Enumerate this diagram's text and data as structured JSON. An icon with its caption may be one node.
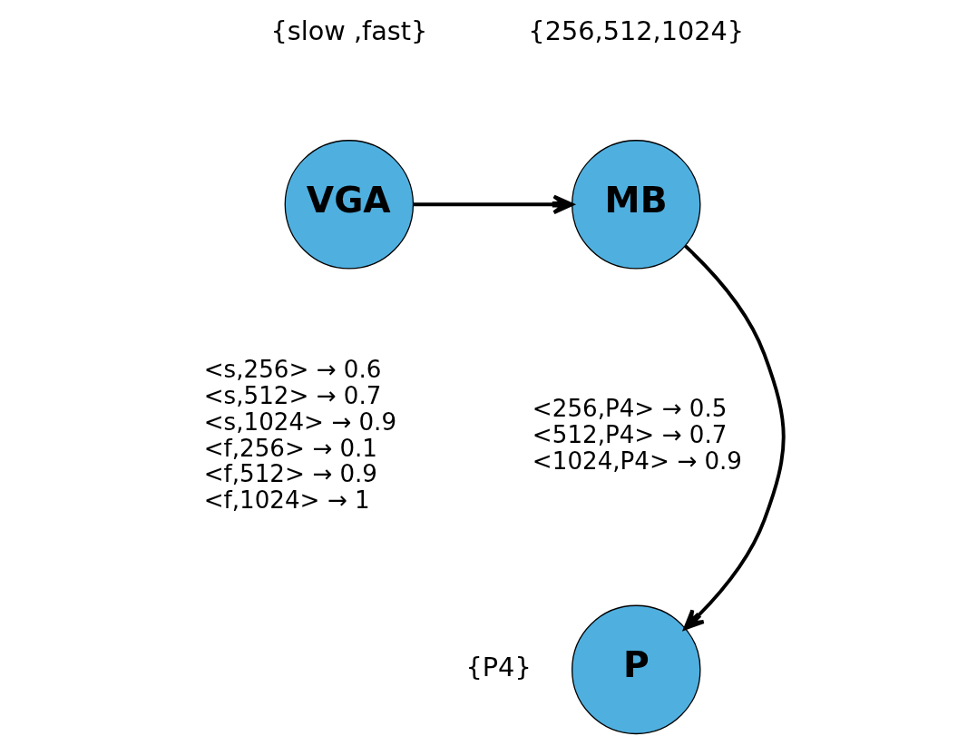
{
  "diagram": {
    "nodes": [
      {
        "text": [
          "VGA"
        ],
        "beside": [
          "{slow ,fast}"
        ]
      },
      {
        "text": [
          "MB"
        ],
        "beside": [
          "{256,512,1024}"
        ]
      },
      {
        "text": [
          "P"
        ],
        "beside": [
          "{P4}"
        ]
      }
    ],
    "edges": [
      {
        "from": 0,
        "to": 1,
        "arrow": "to"
      },
      {
        "from": 1,
        "to": 2,
        "arrow": "to"
      }
    ],
    "labels": [
      "<s,256> → 0.6",
      "<s,512> → 0.7",
      "<s,1024> → 0.9",
      "<f,256> → 0.1",
      "<f,512> → 0.9",
      "<f,1024> → 1",
      "<256,P4> → 0.5",
      "<512,P4> → 0.7",
      "<1024,P4> → 0.9"
    ]
  }
}
